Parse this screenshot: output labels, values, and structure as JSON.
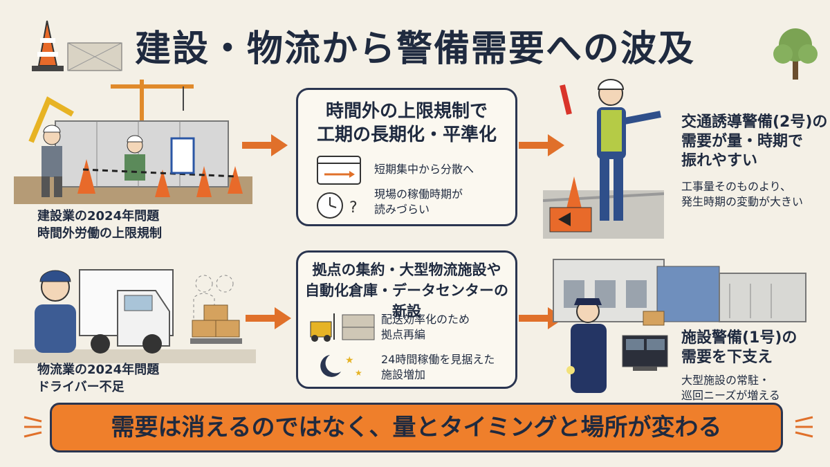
{
  "title": "建設・物流から警備需要への波及",
  "construction": {
    "caption_line1": "建設業の2024年問題",
    "caption_line2": "時間外労働の上限規制"
  },
  "logistics": {
    "caption_line1": "物流業の2024年問題",
    "caption_line2": "ドライバー不足"
  },
  "box_top": {
    "head_line1": "時間外の上限規制で",
    "head_line2": "工期の長期化・平準化",
    "item1": "短期集中から分散へ",
    "item2_line1": "現場の稼働時期が",
    "item2_line2": "読みづらい"
  },
  "box_bottom": {
    "head_line1": "拠点の集約・大型物流施設や",
    "head_line2": "自動化倉庫・データセンターの新設",
    "item1_line1": "配送効率化のため",
    "item1_line2": "拠点再編",
    "item2_line1": "24時間稼働を見据えた",
    "item2_line2": "施設増加"
  },
  "right_top": {
    "head_line1": "交通誘導警備(2号)の",
    "head_line2": "需要が量・時期で",
    "head_line3": "振れやすい",
    "note_line1": "工事量そのものより、",
    "note_line2": "発生時期の変動が大きい"
  },
  "right_bottom": {
    "head_line1": "施設警備(1号)の",
    "head_line2": "需要を下支え",
    "note_line1": "大型施設の常駐・",
    "note_line2": "巡回ニーズが増える"
  },
  "banner": "需要は消えるのではなく、量とタイミングと場所が変わる",
  "colors": {
    "accent": "#ef7f2b",
    "navy": "#1f2a3f",
    "background": "#f4f0e6"
  }
}
